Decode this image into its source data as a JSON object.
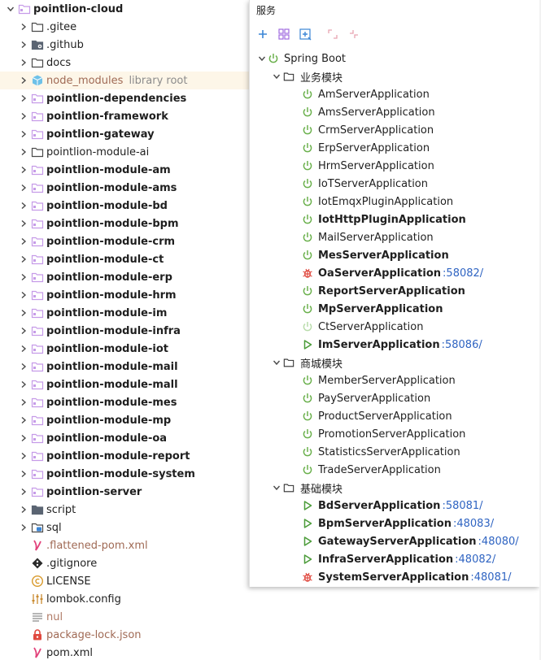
{
  "project_tree": {
    "root": {
      "label": "pointlion-cloud",
      "icon": "module-folder-icon"
    },
    "items": [
      {
        "label": ".gitee",
        "icon": "folder-icon",
        "bold": false,
        "style": "normal",
        "suffix": ""
      },
      {
        "label": ".github",
        "icon": "folder-settings-icon",
        "bold": false,
        "style": "normal",
        "suffix": ""
      },
      {
        "label": "docs",
        "icon": "folder-icon",
        "bold": false,
        "style": "normal",
        "suffix": ""
      },
      {
        "label": "node_modules",
        "icon": "library-cube-icon",
        "bold": false,
        "style": "muted",
        "suffix": "library root"
      },
      {
        "label": "pointlion-dependencies",
        "icon": "module-folder-icon",
        "bold": true,
        "style": "normal",
        "suffix": ""
      },
      {
        "label": "pointlion-framework",
        "icon": "module-folder-icon",
        "bold": true,
        "style": "normal",
        "suffix": ""
      },
      {
        "label": "pointlion-gateway",
        "icon": "module-folder-icon",
        "bold": true,
        "style": "normal",
        "suffix": ""
      },
      {
        "label": "pointlion-module-ai",
        "icon": "folder-icon",
        "bold": false,
        "style": "normal",
        "suffix": ""
      },
      {
        "label": "pointlion-module-am",
        "icon": "module-folder-icon",
        "bold": true,
        "style": "normal",
        "suffix": ""
      },
      {
        "label": "pointlion-module-ams",
        "icon": "module-folder-icon",
        "bold": true,
        "style": "normal",
        "suffix": ""
      },
      {
        "label": "pointlion-module-bd",
        "icon": "module-folder-icon",
        "bold": true,
        "style": "normal",
        "suffix": ""
      },
      {
        "label": "pointlion-module-bpm",
        "icon": "module-folder-icon",
        "bold": true,
        "style": "normal",
        "suffix": ""
      },
      {
        "label": "pointlion-module-crm",
        "icon": "module-folder-icon",
        "bold": true,
        "style": "normal",
        "suffix": ""
      },
      {
        "label": "pointlion-module-ct",
        "icon": "module-folder-icon",
        "bold": true,
        "style": "normal",
        "suffix": ""
      },
      {
        "label": "pointlion-module-erp",
        "icon": "module-folder-icon",
        "bold": true,
        "style": "normal",
        "suffix": ""
      },
      {
        "label": "pointlion-module-hrm",
        "icon": "module-folder-icon",
        "bold": true,
        "style": "normal",
        "suffix": ""
      },
      {
        "label": "pointlion-module-im",
        "icon": "module-folder-icon",
        "bold": true,
        "style": "normal",
        "suffix": ""
      },
      {
        "label": "pointlion-module-infra",
        "icon": "module-folder-icon",
        "bold": true,
        "style": "normal",
        "suffix": ""
      },
      {
        "label": "pointlion-module-iot",
        "icon": "module-folder-icon",
        "bold": true,
        "style": "normal",
        "suffix": ""
      },
      {
        "label": "pointlion-module-mail",
        "icon": "module-folder-icon",
        "bold": true,
        "style": "normal",
        "suffix": ""
      },
      {
        "label": "pointlion-module-mall",
        "icon": "module-folder-icon",
        "bold": true,
        "style": "normal",
        "suffix": ""
      },
      {
        "label": "pointlion-module-mes",
        "icon": "module-folder-icon",
        "bold": true,
        "style": "normal",
        "suffix": ""
      },
      {
        "label": "pointlion-module-mp",
        "icon": "module-folder-icon",
        "bold": true,
        "style": "normal",
        "suffix": ""
      },
      {
        "label": "pointlion-module-oa",
        "icon": "module-folder-icon",
        "bold": true,
        "style": "normal",
        "suffix": ""
      },
      {
        "label": "pointlion-module-report",
        "icon": "module-folder-icon",
        "bold": true,
        "style": "normal",
        "suffix": ""
      },
      {
        "label": "pointlion-module-system",
        "icon": "module-folder-icon",
        "bold": true,
        "style": "normal",
        "suffix": ""
      },
      {
        "label": "pointlion-server",
        "icon": "module-folder-icon",
        "bold": true,
        "style": "normal",
        "suffix": ""
      },
      {
        "label": "script",
        "icon": "folder-dark-icon",
        "bold": false,
        "style": "normal",
        "suffix": ""
      },
      {
        "label": "sql",
        "icon": "folder-database-icon",
        "bold": false,
        "style": "normal",
        "suffix": ""
      }
    ],
    "files": [
      {
        "label": ".flattened-pom.xml",
        "icon": "maven-icon",
        "style": "muted"
      },
      {
        "label": ".gitignore",
        "icon": "gitignore-icon",
        "style": "normal"
      },
      {
        "label": "LICENSE",
        "icon": "license-icon",
        "style": "normal"
      },
      {
        "label": "lombok.config",
        "icon": "config-sliders-icon",
        "style": "normal"
      },
      {
        "label": "nul",
        "icon": "text-file-icon",
        "style": "dim"
      },
      {
        "label": "package-lock.json",
        "icon": "lock-icon",
        "style": "muted"
      },
      {
        "label": "pom.xml",
        "icon": "maven-icon",
        "style": "normal"
      }
    ]
  },
  "services": {
    "title": "服务",
    "toolbar": [
      "add-icon",
      "group-icon",
      "new-service-icon",
      "expand-all-icon",
      "collapse-all-icon"
    ],
    "root": {
      "label": "Spring Boot",
      "icon": "spring-power-icon"
    },
    "groups": [
      {
        "label": "业务模块",
        "apps": [
          {
            "name": "AmServerApplication",
            "status": "configured",
            "bold": false,
            "port": ""
          },
          {
            "name": "AmsServerApplication",
            "status": "configured",
            "bold": false,
            "port": ""
          },
          {
            "name": "CrmServerApplication",
            "status": "configured",
            "bold": false,
            "port": ""
          },
          {
            "name": "ErpServerApplication",
            "status": "configured",
            "bold": false,
            "port": ""
          },
          {
            "name": "HrmServerApplication",
            "status": "configured",
            "bold": false,
            "port": ""
          },
          {
            "name": "IoTServerApplication",
            "status": "configured",
            "bold": false,
            "port": ""
          },
          {
            "name": "IotEmqxPluginApplication",
            "status": "configured",
            "bold": false,
            "port": ""
          },
          {
            "name": "IotHttpPluginApplication",
            "status": "configured",
            "bold": true,
            "port": ""
          },
          {
            "name": "MailServerApplication",
            "status": "configured",
            "bold": false,
            "port": ""
          },
          {
            "name": "MesServerApplication",
            "status": "configured",
            "bold": true,
            "port": ""
          },
          {
            "name": "OaServerApplication",
            "status": "debug",
            "bold": true,
            "port": ":58082/"
          },
          {
            "name": "ReportServerApplication",
            "status": "configured",
            "bold": true,
            "port": ""
          },
          {
            "name": "MpServerApplication",
            "status": "configured",
            "bold": true,
            "port": ""
          },
          {
            "name": "CtServerApplication",
            "status": "inactive",
            "bold": false,
            "port": ""
          },
          {
            "name": "ImServerApplication",
            "status": "running",
            "bold": true,
            "port": ":58086/"
          }
        ]
      },
      {
        "label": "商城模块",
        "apps": [
          {
            "name": "MemberServerApplication",
            "status": "configured",
            "bold": false,
            "port": ""
          },
          {
            "name": "PayServerApplication",
            "status": "configured",
            "bold": false,
            "port": ""
          },
          {
            "name": "ProductServerApplication",
            "status": "configured",
            "bold": false,
            "port": ""
          },
          {
            "name": "PromotionServerApplication",
            "status": "configured",
            "bold": false,
            "port": ""
          },
          {
            "name": "StatisticsServerApplication",
            "status": "configured",
            "bold": false,
            "port": ""
          },
          {
            "name": "TradeServerApplication",
            "status": "configured",
            "bold": false,
            "port": ""
          }
        ]
      },
      {
        "label": "基础模块",
        "apps": [
          {
            "name": "BdServerApplication",
            "status": "running",
            "bold": true,
            "port": ":58081/"
          },
          {
            "name": "BpmServerApplication",
            "status": "running",
            "bold": true,
            "port": ":48083/"
          },
          {
            "name": "GatewayServerApplication",
            "status": "running",
            "bold": true,
            "port": ":48080/"
          },
          {
            "name": "InfraServerApplication",
            "status": "running",
            "bold": true,
            "port": ":48082/"
          },
          {
            "name": "SystemServerApplication",
            "status": "debug",
            "bold": true,
            "port": ":48081/"
          }
        ]
      }
    ]
  },
  "colors": {
    "module_folder": "#c69be8",
    "folder_outline": "#4a4a4a",
    "spring_green": "#6ab04c",
    "run_green": "#4c9c3a",
    "debug_red": "#e0493f",
    "port_blue": "#2f64c2",
    "highlight_row": "#fdf6e8",
    "toolbar_blue": "#3b86d6"
  }
}
